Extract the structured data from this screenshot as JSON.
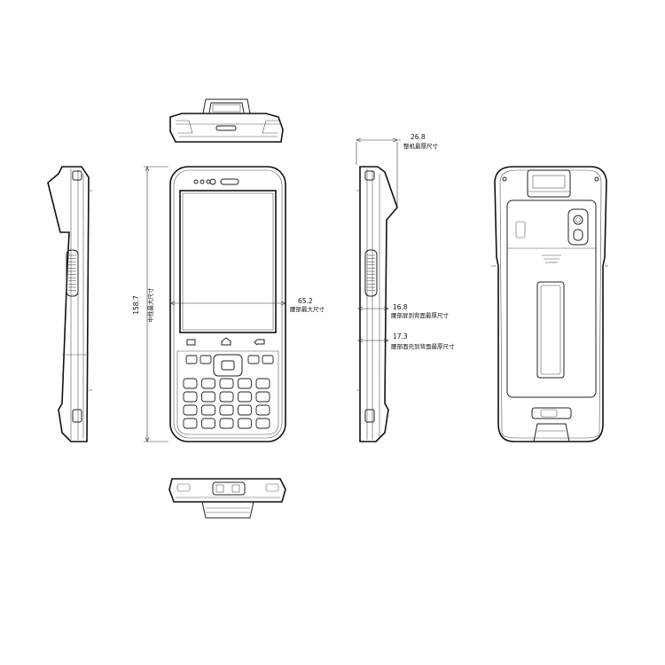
{
  "dimensions": {
    "overall_length": {
      "value": "158.7",
      "label": "中性最大尺寸"
    },
    "waist_width": {
      "value": "65.2",
      "label": "腰部最大尺寸"
    },
    "max_thickness": {
      "value": "26.8",
      "label": "整机最厚尺寸"
    },
    "screen_to_back": {
      "value": "16.8",
      "label": "腰部屏到背面最厚尺寸"
    },
    "shell_to_back": {
      "value": "17.3",
      "label": "腰部面壳到背面最厚尺寸"
    }
  }
}
